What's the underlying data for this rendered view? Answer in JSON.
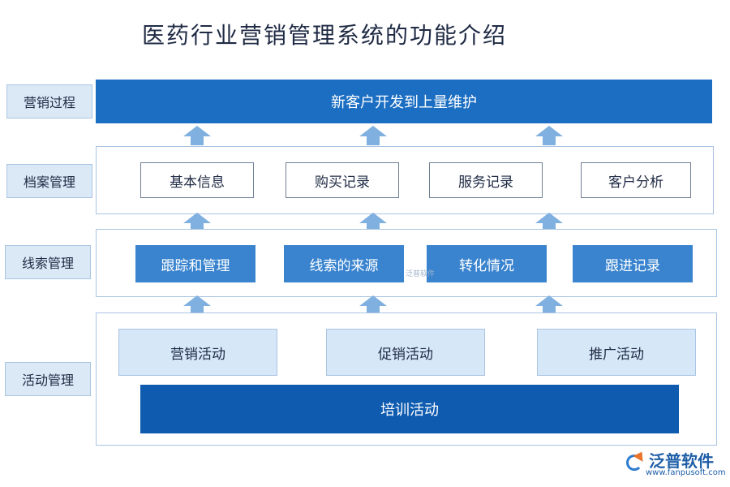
{
  "title": "医药行业营销管理系统的功能介绍",
  "side_labels": [
    "营销过程",
    "档案管理",
    "线索管理",
    "活动管理"
  ],
  "process": {
    "label": "新客户开发到上量维护"
  },
  "archive": {
    "items": [
      "基本信息",
      "购买记录",
      "服务记录",
      "客户分析"
    ]
  },
  "leads": {
    "items": [
      "跟踪和管理",
      "线索的来源",
      "转化情况",
      "跟进记录"
    ]
  },
  "activities": {
    "items": [
      "营销活动",
      "促销活动",
      "推广活动"
    ],
    "bottom": "培训活动"
  },
  "watermark": "泛普软件",
  "brand": {
    "name": "泛普软件",
    "url": "www.fanpusoft.com"
  },
  "colors": {
    "primary": "#1b6ec2",
    "mid": "#3a84cf",
    "dark": "#0e5bb0",
    "light": "#d6e7f8",
    "arrow": "#7fb0e0"
  }
}
